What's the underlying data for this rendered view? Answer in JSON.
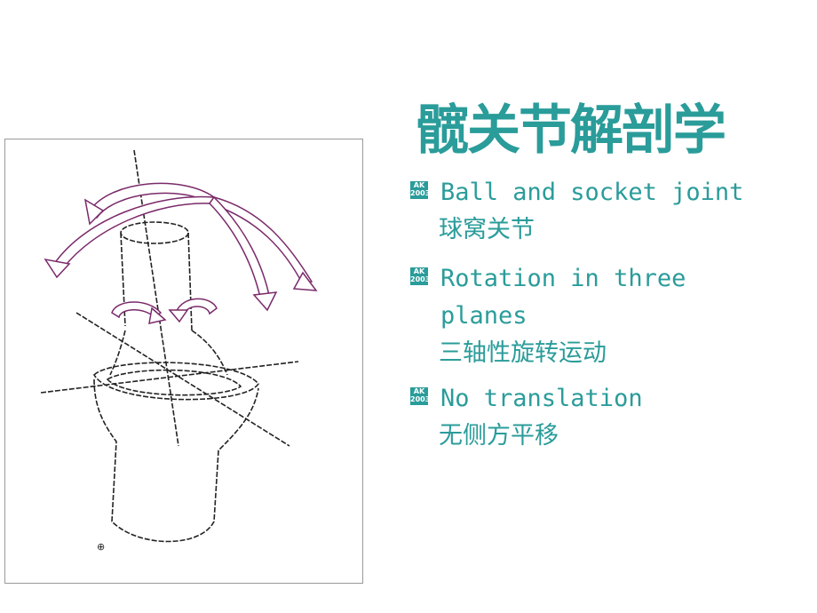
{
  "slide": {
    "title": "髋关节解剖学",
    "bullets": [
      {
        "en": "Ball and socket joint",
        "zh": "球窝关节",
        "icon": "ak-bullet-icon",
        "icon_text": [
          "AK",
          "2003"
        ]
      },
      {
        "en": "Rotation in three\nplanes",
        "zh": "三轴性旋转运动",
        "icon": "ak-bullet-icon",
        "icon_text": [
          "AK",
          "2003"
        ]
      },
      {
        "en": "No translation",
        "zh": "无侧方平移",
        "icon": "ak-bullet-icon",
        "icon_text": [
          "AK",
          "2003"
        ]
      }
    ],
    "accent_color": "#2a9c9a"
  }
}
